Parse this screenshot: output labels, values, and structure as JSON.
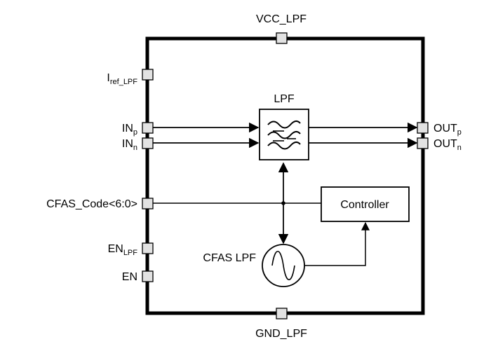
{
  "block": {
    "top_pin": "VCC_LPF",
    "bottom_pin": "GND_LPF"
  },
  "pins": {
    "iref": {
      "main": "I",
      "sub": "ref_LPF"
    },
    "inp": {
      "main": "IN",
      "sub": "p"
    },
    "inn": {
      "main": "IN",
      "sub": "n"
    },
    "cfas_code": "CFAS_Code<6:0>",
    "en_lpf": {
      "main": "EN",
      "sub": "LPF"
    },
    "en": "EN",
    "outp": {
      "main": "OUT",
      "sub": "p"
    },
    "outn": {
      "main": "OUT",
      "sub": "n"
    }
  },
  "blocks": {
    "lpf_title": "LPF",
    "controller": "Controller",
    "oscillator": "CFAS LPF"
  },
  "icons": {
    "filter": "lowpass-filter-symbol",
    "oscillator": "sine-source-symbol"
  }
}
